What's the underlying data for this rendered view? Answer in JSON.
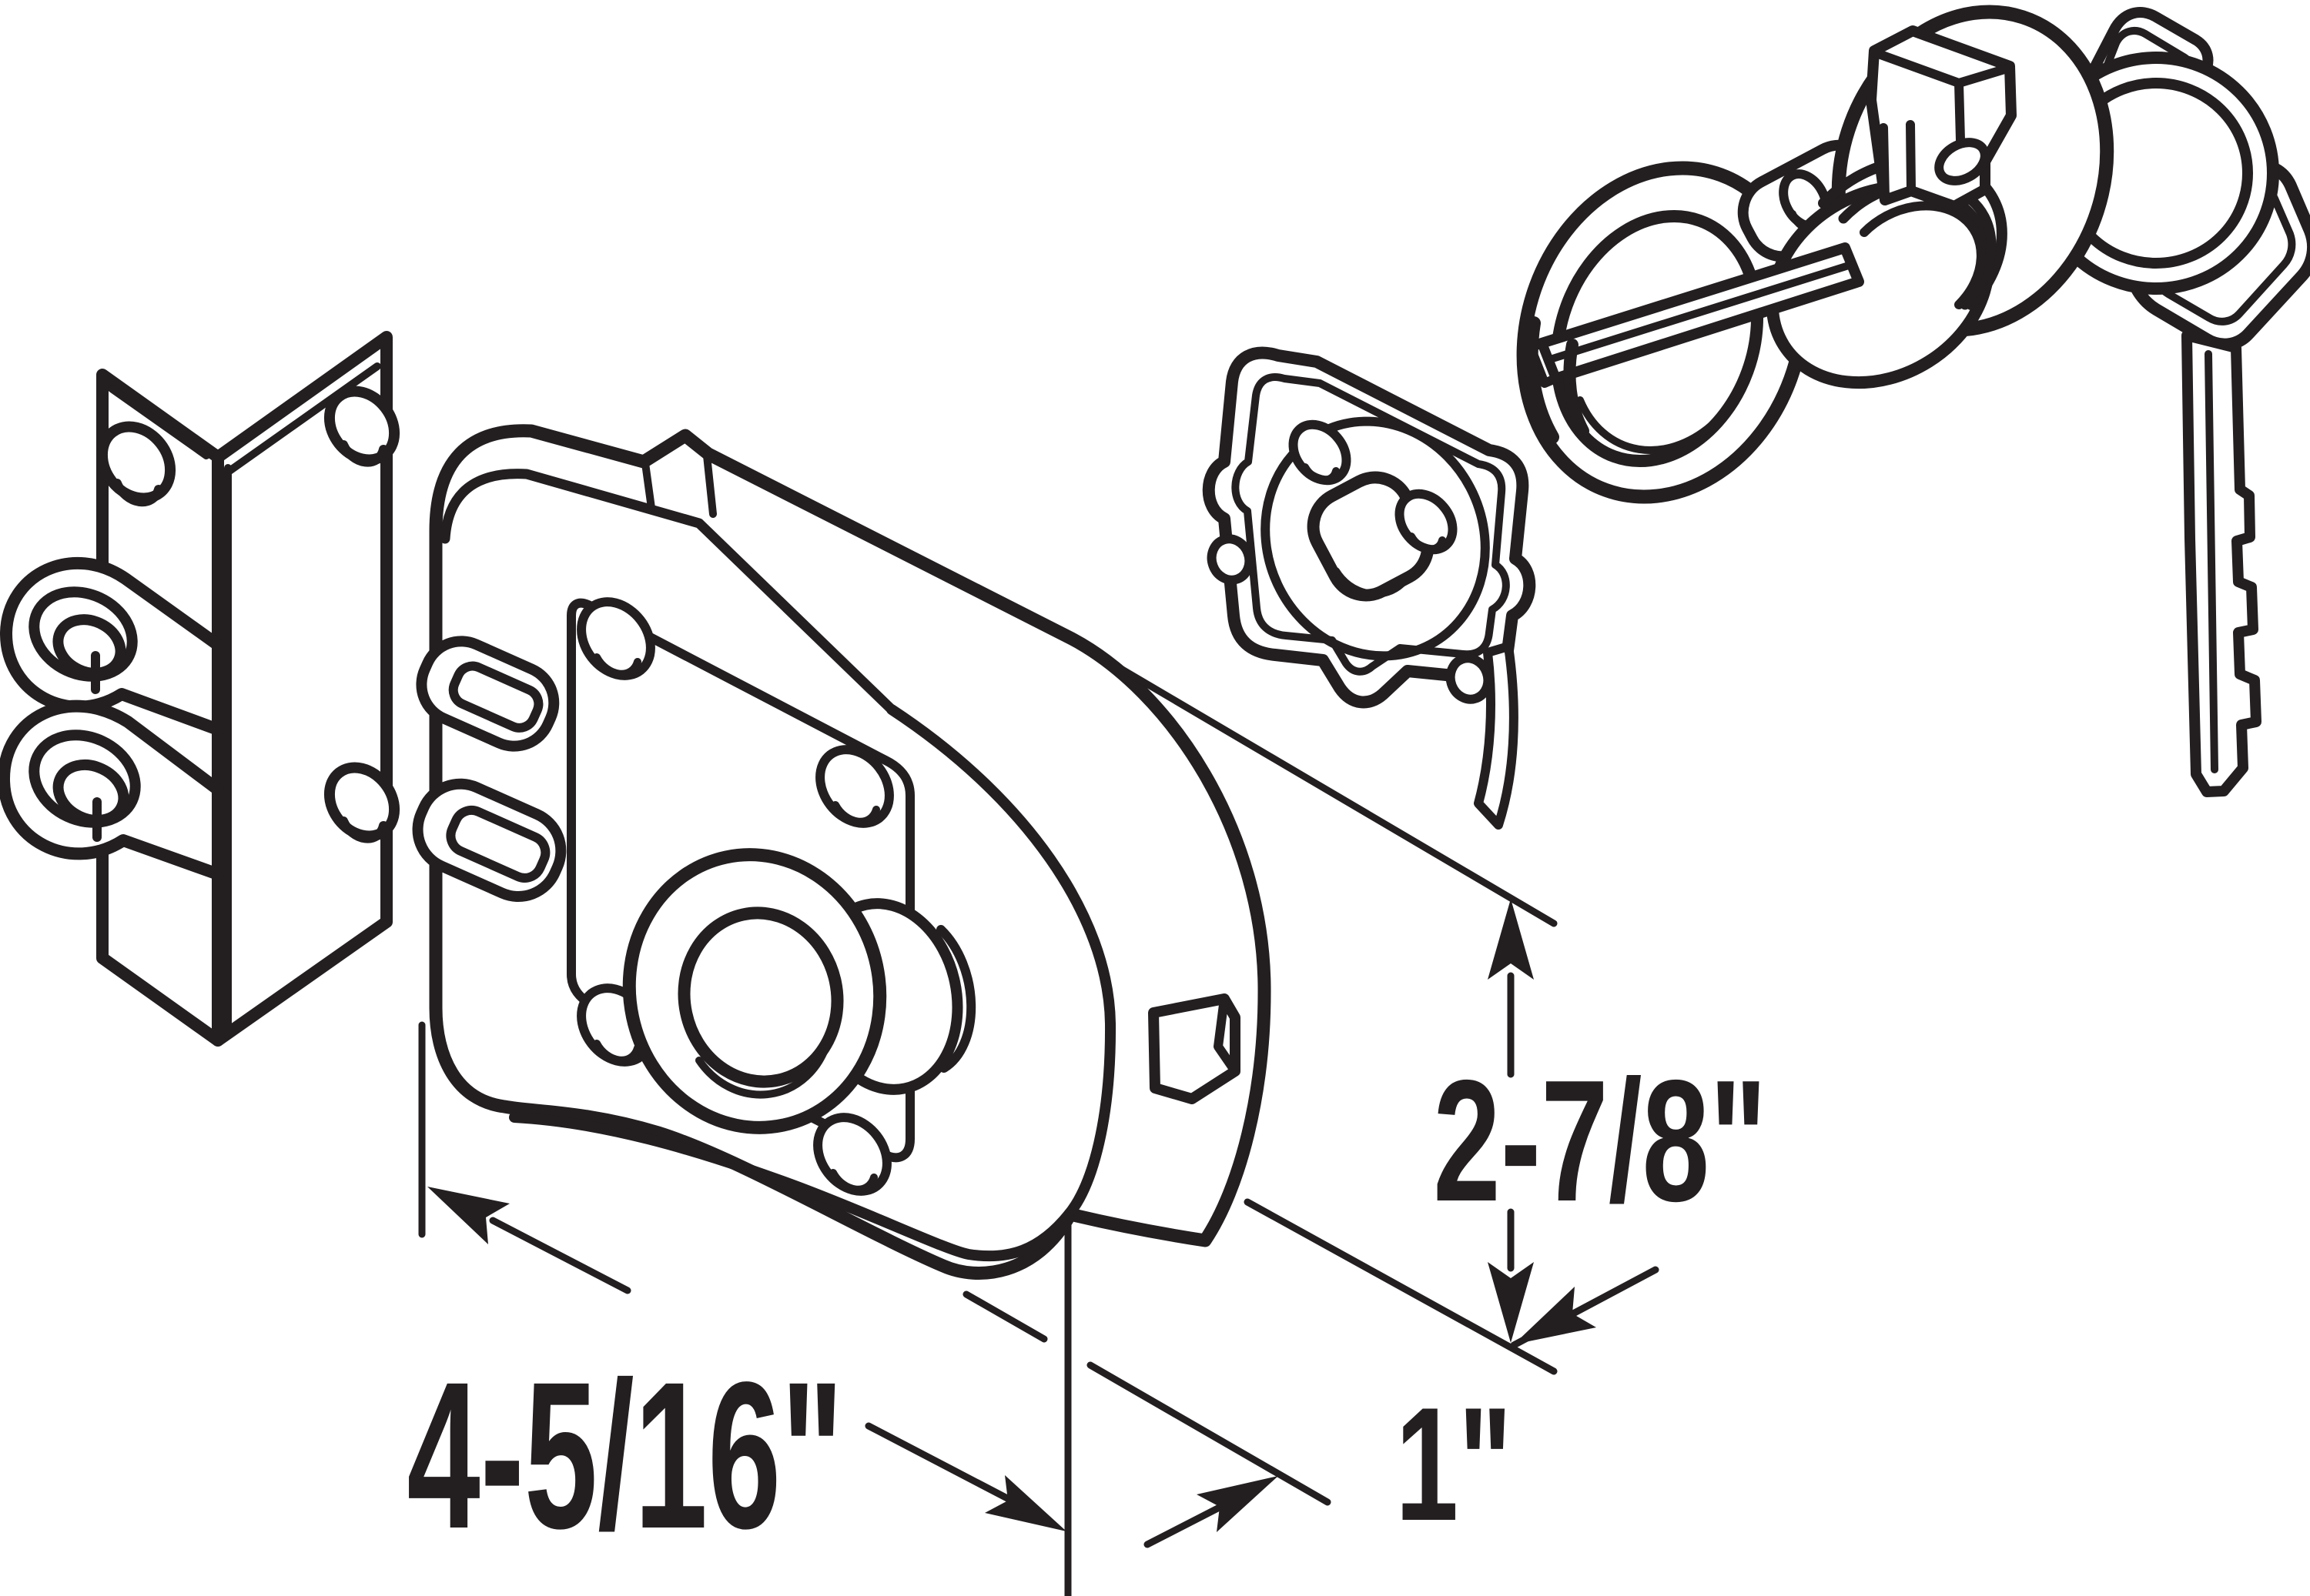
{
  "figure": {
    "background": "#ffffff",
    "line_color": "#231f20",
    "type": "exploded-parts-technical-drawing"
  },
  "dimensions": {
    "width_label": "4-5/16\"",
    "depth_label": "1\"",
    "height_label": "2-7/8\""
  },
  "parts": {
    "strike_bracket": "angle-strike-bracket",
    "lock_body": "jimmy-proof-deadbolt-body",
    "mounting_plate": "mounting-plate-gasket",
    "trim_ring": "trim-ring",
    "tailpiece": "cylinder-tailpiece-bar",
    "cylinder": "rim-lock-cylinder",
    "keys": "two-keys-on-ring"
  }
}
